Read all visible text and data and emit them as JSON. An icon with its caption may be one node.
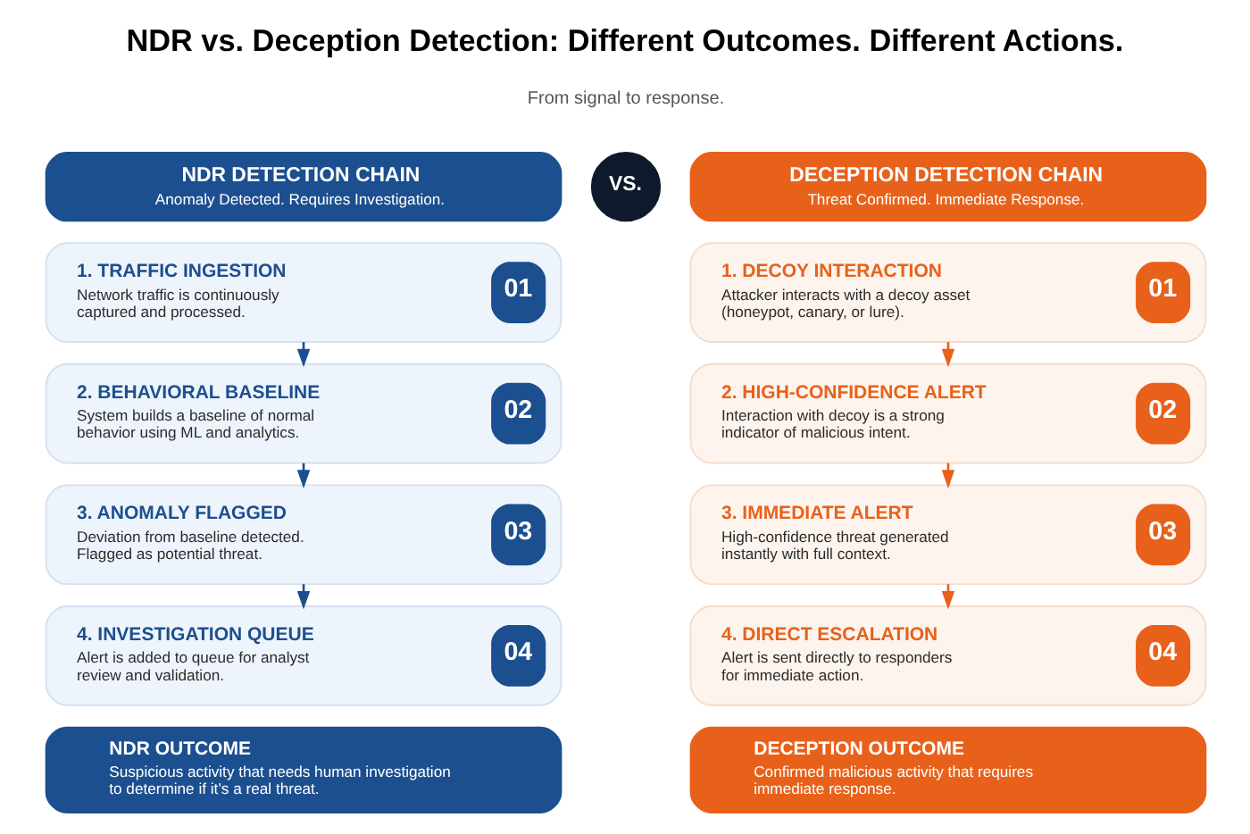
{
  "diagram": {
    "title": "NDR vs. Deception Detection: Different Outcomes. Different Actions.",
    "nodes": [
      {
        "text": [
          "NDR DETECTION CHAIN",
          "Anomaly Detected. Requires Investigation."
        ]
      },
      {
        "text": [
          "VS."
        ]
      },
      {
        "text": [
          "DECEPTION DETECTION CHAIN",
          "Threat Confirmed. Immediate Response."
        ]
      },
      {
        "text": [
          "1. TRAFFIC INGESTION",
          "Network traffic is continuously captured and processed.",
          "01"
        ]
      },
      {
        "text": [
          "2. BEHAVIORAL BASELINE",
          "System builds a baseline of normal behavior using ML and analytics.",
          "02"
        ]
      },
      {
        "text": [
          "3. ANOMALY FLAGGED",
          "Deviation from baseline detected. Flagged as potential threat.",
          "03"
        ]
      },
      {
        "text": [
          "4. INVESTIGATION QUEUE",
          "Alert is added to queue for analyst review and validation.",
          "04"
        ]
      },
      {
        "text": [
          "NDR OUTCOME",
          "Suspicious activity that needs human investigation to determine if it’s a real threat."
        ]
      },
      {
        "text": [
          "1. DECOY INTERACTION",
          "Attacker interacts with a decoy asset (honeypot, canary, or lure).",
          "01"
        ]
      },
      {
        "text": [
          "2. HIGH-CONFIDENCE ALERT",
          "Interaction with decoy is a strong indicator of malicious intent.",
          "02"
        ]
      },
      {
        "text": [
          "3. IMMEDIATE ALERT",
          "High-confidence threat generated instantly with full context.",
          "03"
        ]
      },
      {
        "text": [
          "4. DIRECT ESCALATION",
          "Alert is sent directly to responders for immediate action.",
          "04"
        ]
      },
      {
        "text": [
          "DECEPTION OUTCOME",
          "Confirmed malicious activity that requires immediate response."
        ]
      }
    ],
    "edges": [
      {
        "from": 3,
        "to": 4,
        "arrow": "to",
        "color": "#1c4f8f"
      },
      {
        "from": 4,
        "to": 5,
        "arrow": "to",
        "color": "#1c4f8f"
      },
      {
        "from": 5,
        "to": 6,
        "arrow": "to",
        "color": "#1c4f8f"
      },
      {
        "from": 8,
        "to": 9,
        "arrow": "to",
        "color": "#e8611a"
      },
      {
        "from": 9,
        "to": 10,
        "arrow": "to",
        "color": "#e8611a"
      },
      {
        "from": 10,
        "to": 11,
        "arrow": "to",
        "color": "#e8611a"
      }
    ],
    "labels": [
      "From signal to response."
    ]
  }
}
